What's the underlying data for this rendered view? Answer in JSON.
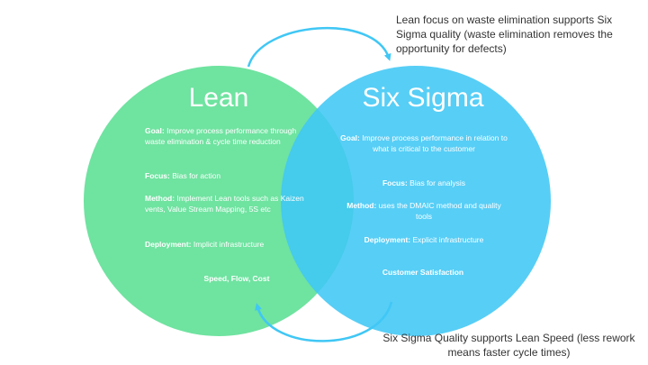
{
  "lean": {
    "title": "Lean",
    "goal_label": "Goal:",
    "goal_text": " Improve process performance through waste elimination & cycle time reduction",
    "focus_label": "Focus:",
    "focus_text": " Bias for action",
    "method_label": "Method:",
    "method_text": " Implement Lean tools such as Kaizen vents, Value Stream Mapping, 5S etc",
    "deployment_label": "Deployment:",
    "deployment_text": " Implicit infrastructure",
    "footer": "Speed, Flow, Cost"
  },
  "six_sigma": {
    "title": "Six Sigma",
    "goal_label": "Goal:",
    "goal_text": " Improve process performance in relation to what is critical to the customer",
    "focus_label": "Focus:",
    "focus_text": " Bias for analysis",
    "method_label": "Method:",
    "method_text": " uses the DMAIC method and quality tools",
    "deployment_label": "Deployment:",
    "deployment_text": " Explicit infrastructure",
    "footer": "Customer Satisfaction"
  },
  "notes": {
    "top": "Lean focus on waste elimination supports Six Sigma quality (waste elimination removes the opportunity for defects)",
    "bottom": "Six Sigma Quality supports Lean Speed (less rework means faster cycle times)"
  },
  "colors": {
    "lean": "#6fe3a0",
    "six_sigma": "#40c7f5",
    "arrow": "#40c7f5"
  }
}
